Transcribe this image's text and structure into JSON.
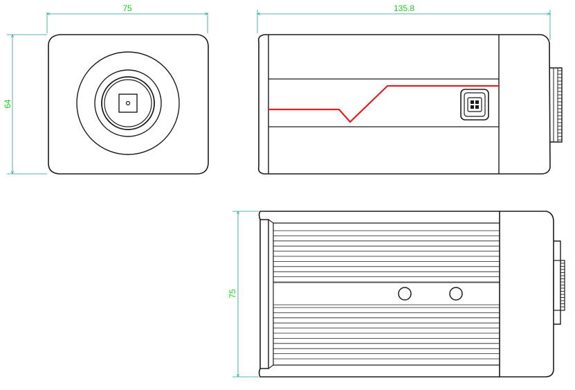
{
  "dimensions": {
    "front_width": "75",
    "front_height": "64",
    "side_length": "135.8",
    "bottom_depth": "75"
  },
  "colors": {
    "dimension_line": "#1a9e93",
    "dimension_text": "#22cc22",
    "outline": "#1a1a1a",
    "accent_stripe": "#e02020"
  },
  "views": [
    "front-view",
    "side-view",
    "bottom-view"
  ]
}
